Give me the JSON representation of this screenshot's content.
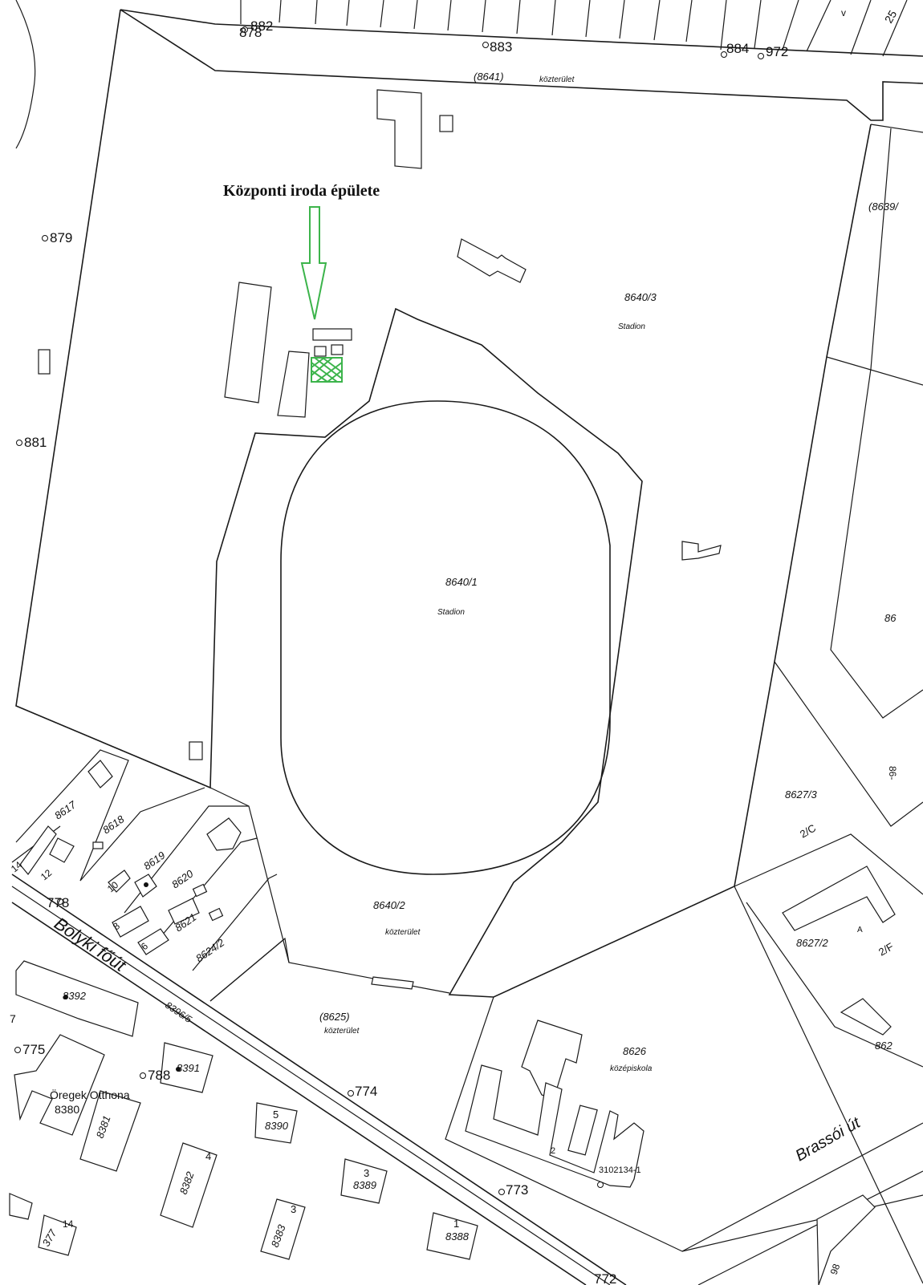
{
  "colors": {
    "line": "#1a1a1a",
    "highlight": "#3cb44b",
    "background": "#ffffff"
  },
  "title": "Központi iroda épülete",
  "icons": {
    "arrow": "down-arrow-icon",
    "hatch": "cross-hatch-icon",
    "point": "survey-point-icon"
  },
  "parcels": {
    "p8640_3": "8640/3",
    "p8640_3_use": "Stadion",
    "p8640_1": "8640/1",
    "p8640_1_use": "Stadion",
    "p8640_2": "8640/2",
    "p8640_2_use": "közterület",
    "p8641": "(8641)",
    "p8641_use": "közterület",
    "p8625": "(8625)",
    "p8625_use": "közterület",
    "p8626": "8626",
    "p8626_use": "középiskola",
    "p8639": "(8639/",
    "p8627_3": "8627/3",
    "p2c": "2/C",
    "p8627_2": "8627/2",
    "pa": "A",
    "p2f": "2/F",
    "p862": "862",
    "p86": "86",
    "p86r": "86-",
    "p8617": "8617",
    "p8618": "8618",
    "p8619": "8619",
    "p8620": "8620",
    "p8621": "8621",
    "p8624_2": "8624/2",
    "p8392": "8392",
    "p8396_5": "8396/5",
    "p8391": "8391",
    "p8380": "8380",
    "oregek": "Öregek Otthona",
    "p8381": "8381",
    "p8390": "8390",
    "p8382": "8382",
    "p8389": "8389",
    "p8383": "8383",
    "p8388": "8388",
    "p8377": "377",
    "n5": "5",
    "n4": "4",
    "n3a": "3",
    "n3b": "3",
    "n1": "1",
    "n14a": "14",
    "n14b": "14",
    "n12": "12",
    "n10": "10",
    "n8": "8",
    "n6": "6",
    "n2": "2",
    "n7": "7",
    "code3102": "3102134-1",
    "n98": "98"
  },
  "streets": {
    "bolyki": "Bolyki főút",
    "brassoi": "Brassói út"
  },
  "points": {
    "p878": "878",
    "p882": "882",
    "p883": "883",
    "p884": "884",
    "p972": "972",
    "p879": "879",
    "p881": "881",
    "p778": "778",
    "p775": "775",
    "p788": "788",
    "p774": "774",
    "p773": "773",
    "p772": "772",
    "p25": "25",
    "pv": "v"
  }
}
